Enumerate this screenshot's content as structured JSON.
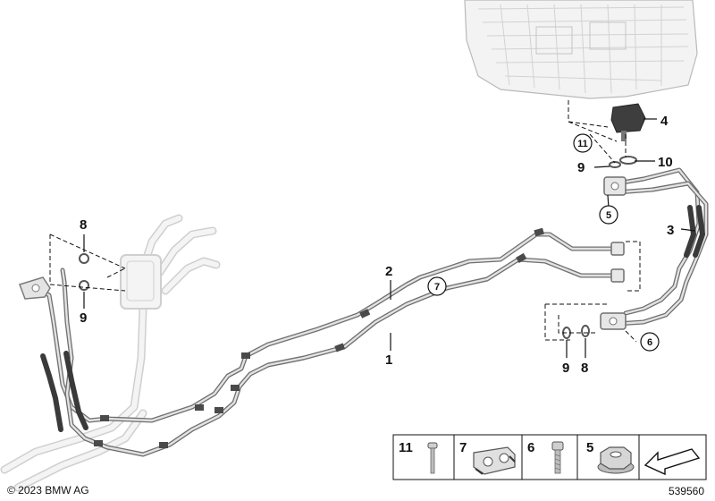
{
  "copyright": "© 2023 BMW AG",
  "diagram_number": "539560",
  "callouts": {
    "c1": "1",
    "c2": "2",
    "c3": "3",
    "c4": "4",
    "c5": "5",
    "c6": "6",
    "c7": "7",
    "c8a": "8",
    "c8b": "8",
    "c9a": "9",
    "c9b": "9",
    "c9c": "9",
    "c10": "10",
    "c11": "11"
  },
  "legend": {
    "items": [
      {
        "number": "11",
        "part": "bolt-icon"
      },
      {
        "number": "7",
        "part": "pipe-clip-icon"
      },
      {
        "number": "6",
        "part": "screw-icon"
      },
      {
        "number": "5",
        "part": "hex-nut-icon"
      },
      {
        "number": "",
        "part": "direction-arrow-icon"
      }
    ]
  }
}
